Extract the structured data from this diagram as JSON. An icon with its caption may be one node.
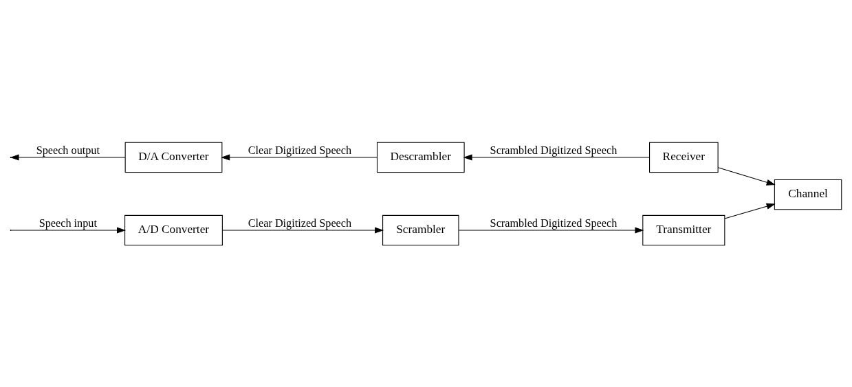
{
  "diagram": {
    "nodes": [
      {
        "text": [
          "A/D Converter"
        ]
      },
      {
        "text": [
          "Scrambler"
        ]
      },
      {
        "text": [
          "Transmitter"
        ]
      },
      {
        "text": [
          "Channel"
        ]
      },
      {
        "text": [
          "Receiver"
        ]
      },
      {
        "text": [
          "Descrambler"
        ]
      },
      {
        "text": [
          "D/A Converter"
        ]
      }
    ],
    "edges": [
      {
        "from": null,
        "to": 0,
        "arrow": "to",
        "label": "Speech input"
      },
      {
        "from": 0,
        "to": 1,
        "arrow": "to",
        "label": "Clear Digitized Speech"
      },
      {
        "from": 1,
        "to": 2,
        "arrow": "to",
        "label": "Scrambled Digitized Speech"
      },
      {
        "from": 2,
        "to": 3,
        "arrow": "to"
      },
      {
        "from": 4,
        "to": 3,
        "arrow": "to"
      },
      {
        "from": 4,
        "to": 5,
        "arrow": "to",
        "label": "Scrambled Digitized Speech"
      },
      {
        "from": 5,
        "to": 6,
        "arrow": "to",
        "label": "Clear Digitized Speech"
      },
      {
        "from": 6,
        "to": null,
        "arrow": "to",
        "label": "Speech output"
      }
    ]
  }
}
